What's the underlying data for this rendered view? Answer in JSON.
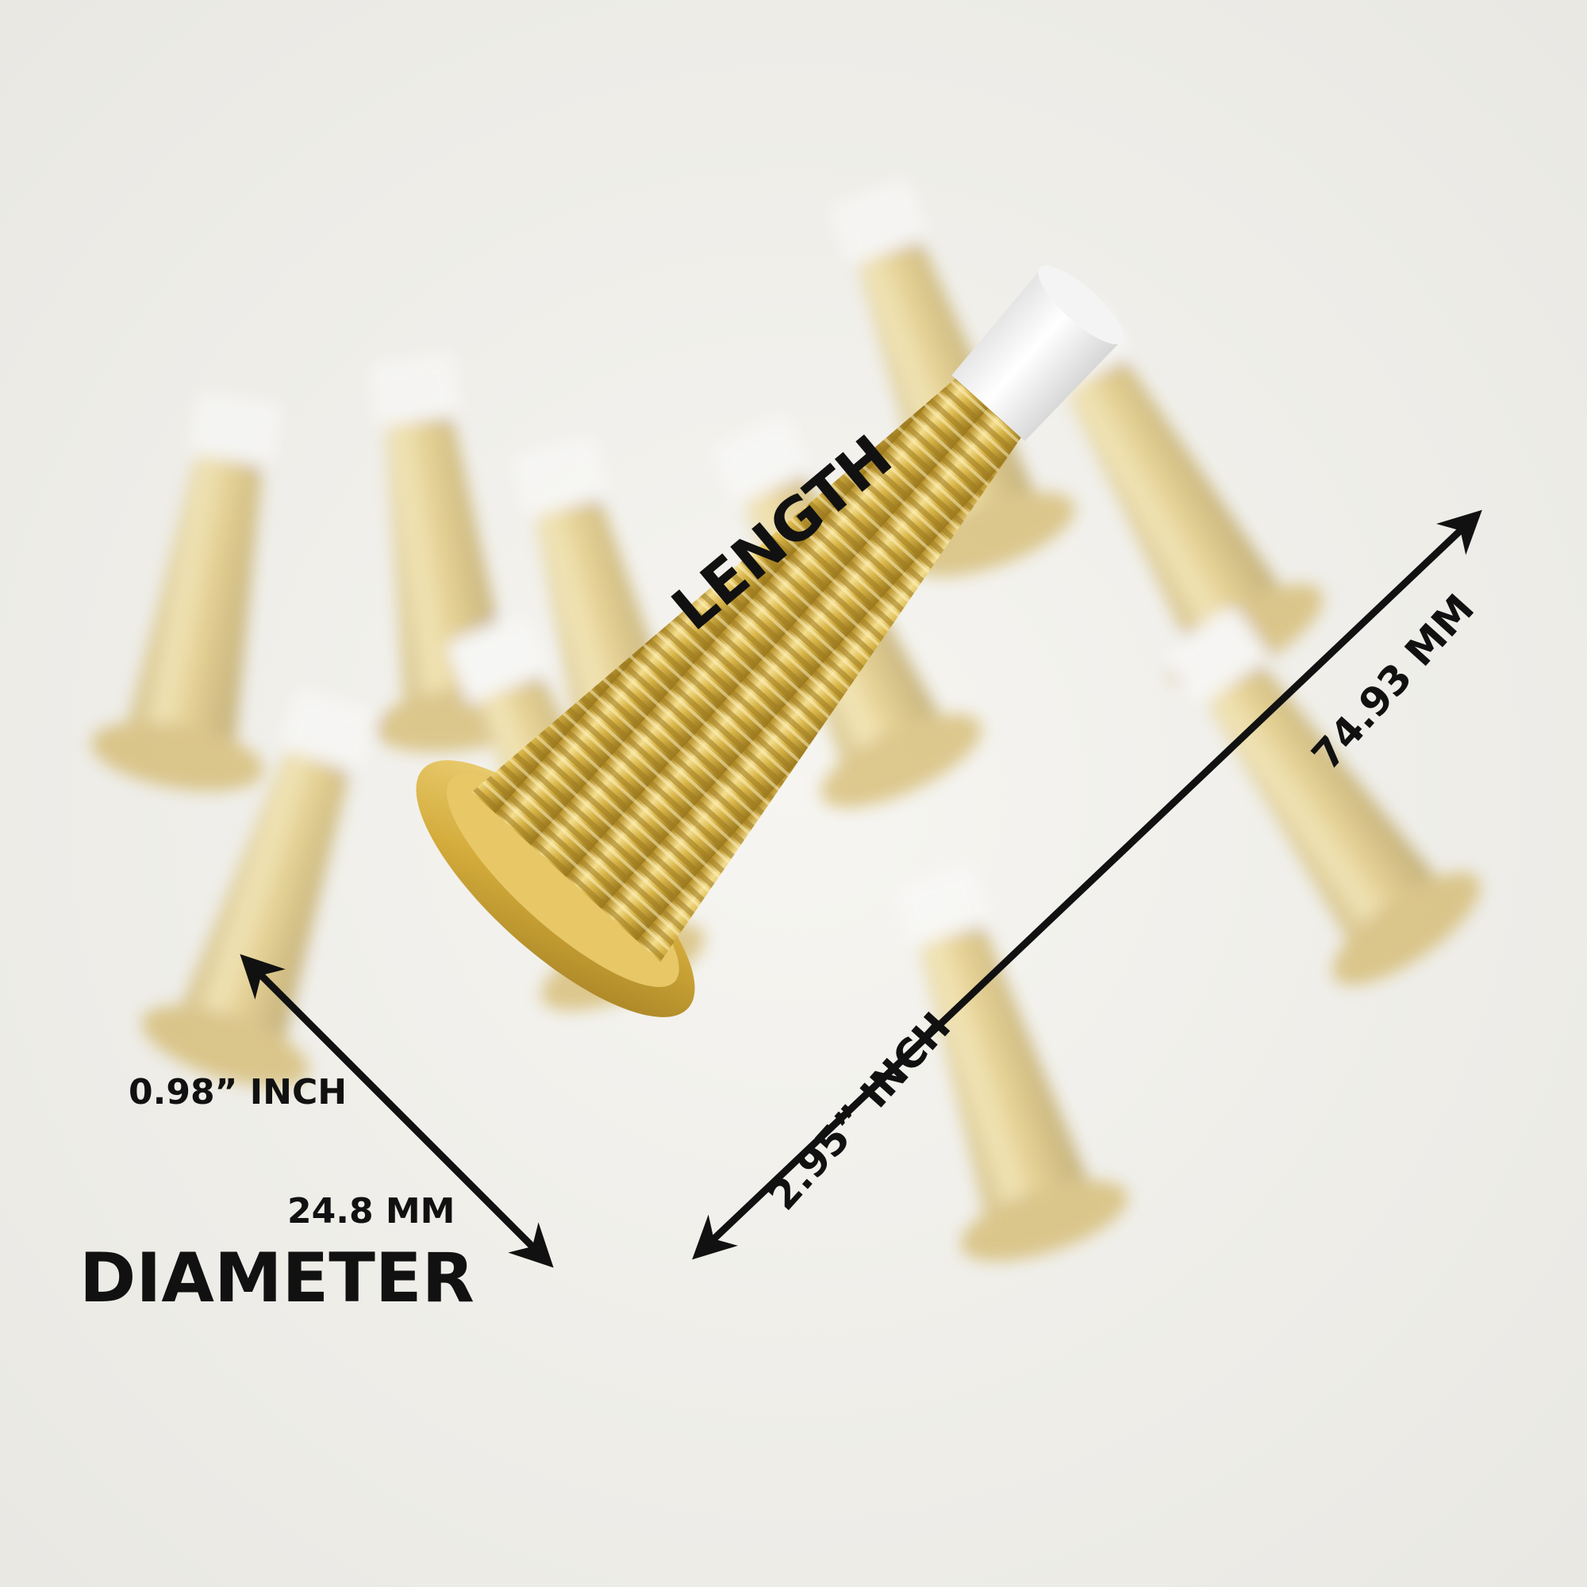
{
  "annotations": {
    "length_title": "LENGTH",
    "length_inch": "2.95” INCH",
    "length_mm": "74.93 MM",
    "diameter_inch": "0.98” INCH",
    "diameter_mm": "24.8 MM",
    "diameter_title": "DIAMETER"
  },
  "colors": {
    "background": "#efeeea",
    "brass": "#d9b64a",
    "brass_light": "#f3dd8e",
    "brass_dark": "#9c7a1e",
    "rubber_tip": "#fbfbfb",
    "text": "#111111"
  }
}
